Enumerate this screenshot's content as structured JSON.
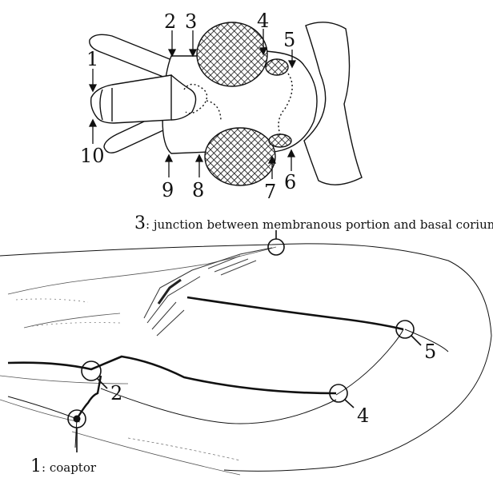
{
  "head_landmarks": {
    "labels": [
      "1",
      "2",
      "3",
      "4",
      "5",
      "6",
      "7",
      "8",
      "9",
      "10"
    ]
  },
  "wing_landmarks": {
    "caption_3": {
      "number": "3",
      "text": ": junction between membranous portion and basal corium"
    },
    "caption_1": {
      "number": "1",
      "text": ": coaptor"
    },
    "labels": [
      "2",
      "4",
      "5"
    ]
  }
}
